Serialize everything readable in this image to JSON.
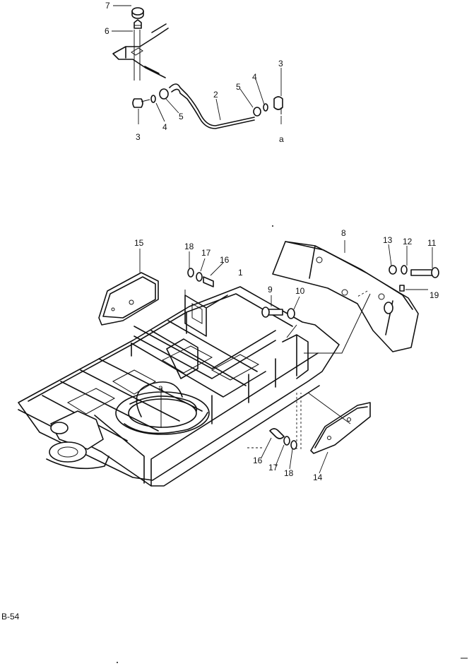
{
  "page_ref": "B-54",
  "callouts": {
    "c7": "7",
    "c6": "6",
    "c3a": "3",
    "c4a": "4",
    "c5a": "5",
    "c2": "2",
    "c5b": "5",
    "c4b": "4",
    "c3b": "3",
    "ca1": "a",
    "c15": "15",
    "c18a": "18",
    "c17a": "17",
    "c16a": "16",
    "c1": "1",
    "c8": "8",
    "c13": "13",
    "c12": "12",
    "c11": "11",
    "c9": "9",
    "c10": "10",
    "c19": "19",
    "ca2": "a",
    "c16b": "16",
    "c17b": "17",
    "c18b": "18",
    "c14": "14"
  }
}
